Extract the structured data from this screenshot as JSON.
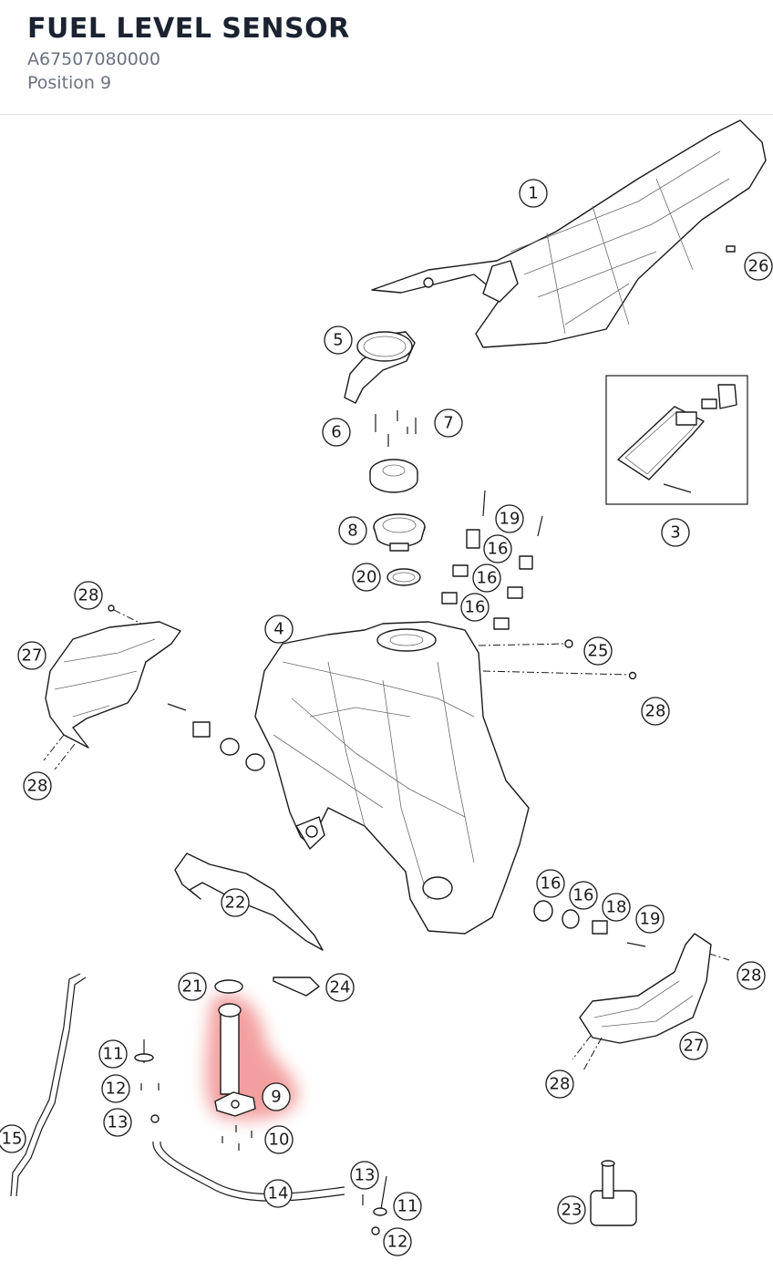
{
  "header": {
    "title": "FUEL LEVEL SENSOR",
    "part_number": "A67507080000",
    "position": "Position 9"
  },
  "colors": {
    "highlight": "#f08080",
    "ink": "#1a1a1a"
  },
  "callouts": [
    "1",
    "26",
    "5",
    "6",
    "7",
    "3",
    "8",
    "19",
    "16",
    "20",
    "16",
    "16",
    "28",
    "4",
    "25",
    "27",
    "28",
    "28",
    "16",
    "16",
    "18",
    "19",
    "22",
    "21",
    "24",
    "28",
    "11",
    "12",
    "9",
    "27",
    "13",
    "10",
    "28",
    "15",
    "14",
    "13",
    "11",
    "23",
    "12"
  ]
}
